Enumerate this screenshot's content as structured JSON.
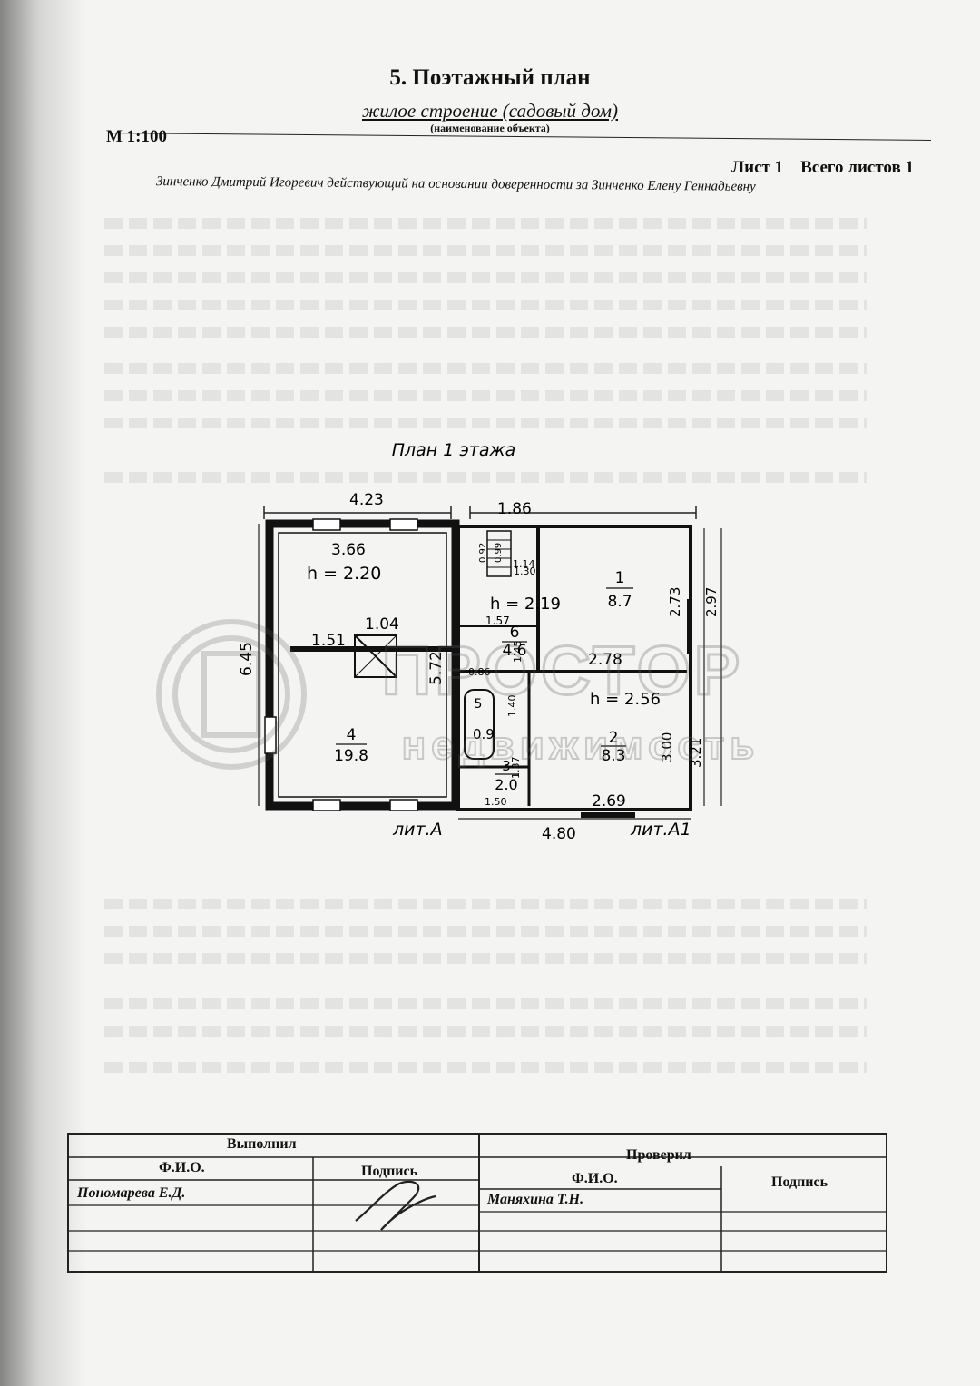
{
  "header": {
    "title": "5. Поэтажный план",
    "object_name": "жилое строение (садовый дом)",
    "object_caption": "(наименование объекта)",
    "scale": "М 1:100",
    "sheet": "Лист 1    Всего листов 1",
    "owner": "Зинченко Дмитрий Игоревич действующий на основании доверенности за Зинченко Елену Геннадьевну"
  },
  "plan": {
    "title": "План 1 этажа",
    "dims": {
      "top_left": "4.23",
      "top_right": "1.86",
      "left_side": "6.45",
      "inner_left": "5.72",
      "span_151": "1.51",
      "span_104": "1.04",
      "bottom": "4.80",
      "bottom_right": "2.69",
      "right_top_inner": "2.73",
      "right_top_outer": "2.97",
      "right_bottom_inner": "3.00",
      "right_bottom_outer": "3.21",
      "stair_092": "0.92",
      "stair_099": "0.99",
      "stair_114": "1.14",
      "stair_130": "1.30",
      "d_157": "1.57",
      "d_145": "1.45",
      "d_086": "0.86",
      "d_140": "1.40",
      "d_09": "0.9",
      "d_137": "1.37",
      "d_150": "1.50",
      "d_278": "2.78",
      "d_366": "3.66"
    },
    "heights": {
      "h1": "h = 2.20",
      "h2": "h = 2.19",
      "h3": "h = 2.56"
    },
    "rooms": [
      {
        "num": "1",
        "area": "8.7"
      },
      {
        "num": "2",
        "area": "8.3"
      },
      {
        "num": "3",
        "area": "2.0"
      },
      {
        "num": "4",
        "area": "19.8"
      },
      {
        "num": "5",
        "area": ""
      },
      {
        "num": "6",
        "area": "4.6"
      }
    ],
    "lit_a": "лит.А",
    "lit_a1": "лит.А1"
  },
  "watermark": {
    "top": "ПРОСТОР",
    "bottom": "недвижимость"
  },
  "signatures": {
    "done_by": "Выполнил",
    "checked_by": "Проверил",
    "fio": "Ф.И.О.",
    "signature": "Подпись",
    "executor": "Пономарева Е.Д.",
    "checker": "Маняхина Т.Н."
  }
}
